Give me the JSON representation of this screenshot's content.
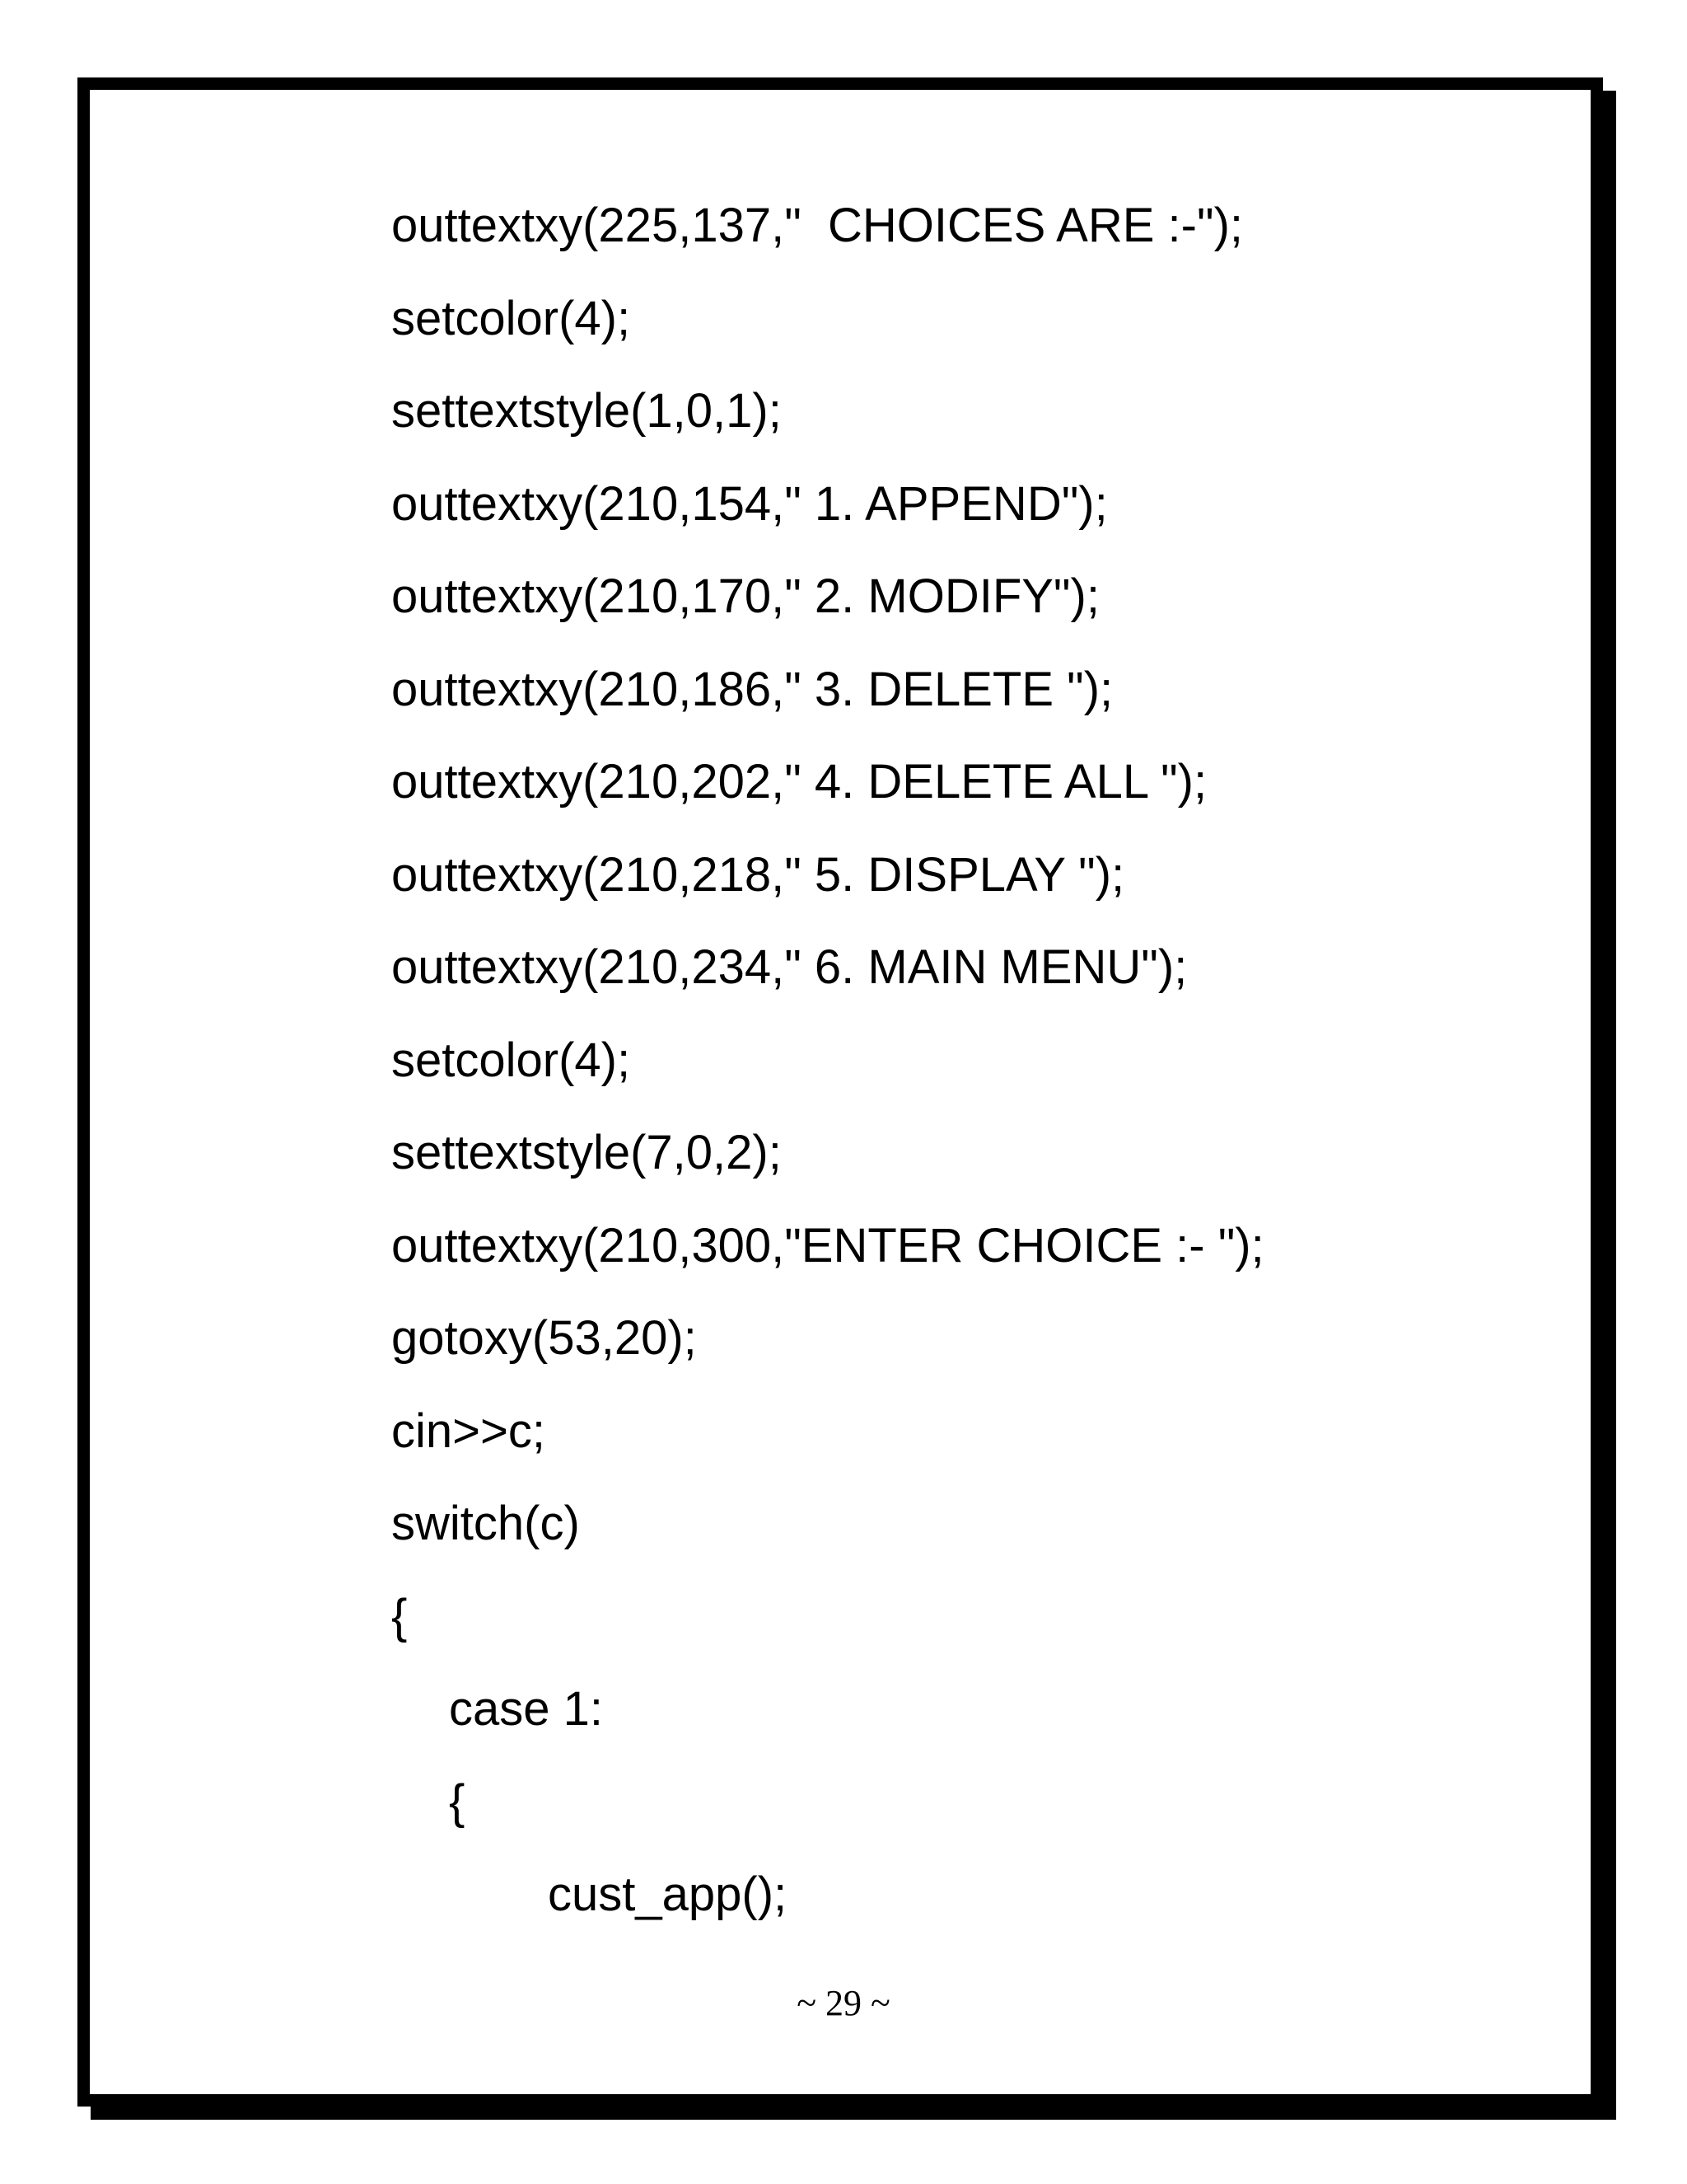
{
  "code_lines": [
    "outtextxy(225,137,\"  CHOICES ARE :-\");",
    "setcolor(4);",
    "settextstyle(1,0,1);",
    "outtextxy(210,154,\" 1. APPEND\");",
    "outtextxy(210,170,\" 2. MODIFY\");",
    "outtextxy(210,186,\" 3. DELETE \");",
    "outtextxy(210,202,\" 4. DELETE ALL \");",
    "outtextxy(210,218,\" 5. DISPLAY \");",
    "outtextxy(210,234,\" 6. MAIN MENU\");",
    "setcolor(4);",
    "settextstyle(7,0,2);",
    "outtextxy(210,300,\"ENTER CHOICE :- \");",
    "gotoxy(53,20);",
    "cin>>c;",
    "switch(c)",
    "{",
    "case 1:",
    "{",
    "cust_app();"
  ],
  "page_number": "~ 29 ~"
}
